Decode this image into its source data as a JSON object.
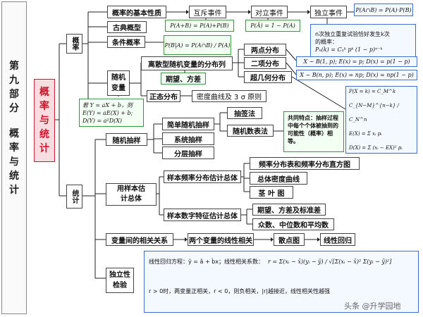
{
  "chapter": {
    "label": [
      "第",
      "九",
      "部",
      "分",
      "概",
      "率",
      "与",
      "统",
      "计"
    ]
  },
  "main_topic": [
    "概",
    "率",
    "与",
    "统",
    "计"
  ],
  "prob": {
    "label": "概率",
    "basic_props": "概率的基本性质",
    "mutual": "互斥事件",
    "opposite": "对立事件",
    "independent": "独立事件",
    "f_indep": "P(A∩B) = P(A)·P(B)",
    "f_mutual": "P(A+B) = P(A)+P(B)",
    "f_opposite": "P(Ā) = 1 − P(A)",
    "classical": "古典概型",
    "conditional": "条件概率",
    "f_conditional": "P(B|A) = P(A∩B) / P(A)",
    "bernoulli_note": "n次独立重复试验恰好发生k次的概率：",
    "bernoulli_formula": "Pₙ(k) = Cₙᵏ pᵏ (1 − p)ⁿ⁻ᵏ"
  },
  "rv": {
    "label": [
      "随机",
      "变量"
    ],
    "discrete": "离散型随机变量的分布列",
    "expect_var": "期望、方差",
    "two_point": "两点分布",
    "binomial": "二项分布",
    "hypergeo": "超几何分布",
    "f_two_point": "X ~ B(1, p);  E(x) = p;  D(x) = p(1 − p)",
    "f_binomial": "X ~ B(n, p);  E(x) = np;  D(x) = np(1 − p)",
    "normal": "正态分布",
    "density": "密度曲线及 3 σ 原则",
    "linear_note": [
      "若 Y = aX + b，则",
      "E(Y) = aE(X) + b;",
      "D(Y) = a²D(X)"
    ],
    "hyper_formulas": [
      "P(X = k) = C_M^k C_{N−M}^{n−k} / C_N^n",
      "E(X) = Σ xᵢ pᵢ",
      "D(X) = Σ (xᵢ − EX)² pᵢ"
    ]
  },
  "stat": {
    "label": "统计",
    "sampling": "随机抽样",
    "simple": "简单随机抽样",
    "lottery": "抽签法",
    "random_table": "随机数表法",
    "systematic": "系统抽样",
    "stratified": "分层抽样",
    "common_note": "共同特点：抽样过程中每个个体被抽到的可能性（概率）相等。",
    "estimate": [
      "用样本估",
      "计总体"
    ],
    "freq_dist": "样本频率分布估计总体",
    "hist": "频率分布表和频率分布直方图",
    "density": "总体密度曲线",
    "stem": "茎 叶 图",
    "numeric": "样本数字特征估计总体",
    "var": "期望、方差及标准差",
    "mode": "众数、中位数和平均数",
    "correlation": "变量间的相关关系",
    "linear_corr": "两个变量的线性相关",
    "scatter": "散点图",
    "regression": "线性回归",
    "independence": [
      "独立性",
      "检验"
    ],
    "regression_eq": "线性回归方程：ŷ = â + b̂x；线性相关系数：",
    "r_formula": "r = Σ(xᵢ − x̄)(yᵢ − ȳ) / √[Σ(xᵢ − x̄)² Σ(yᵢ − ȳ)²]",
    "r_note": "r > 0时，两变量正相关，r < 0，则负相关，|r|越接近，线性相关性越强"
  },
  "watermark": "头条 @升学园地",
  "colors": {
    "red": "#d0132c",
    "green": "#2a9a3a",
    "blue": "#3a6ec8",
    "pink": "#f7dde0"
  }
}
